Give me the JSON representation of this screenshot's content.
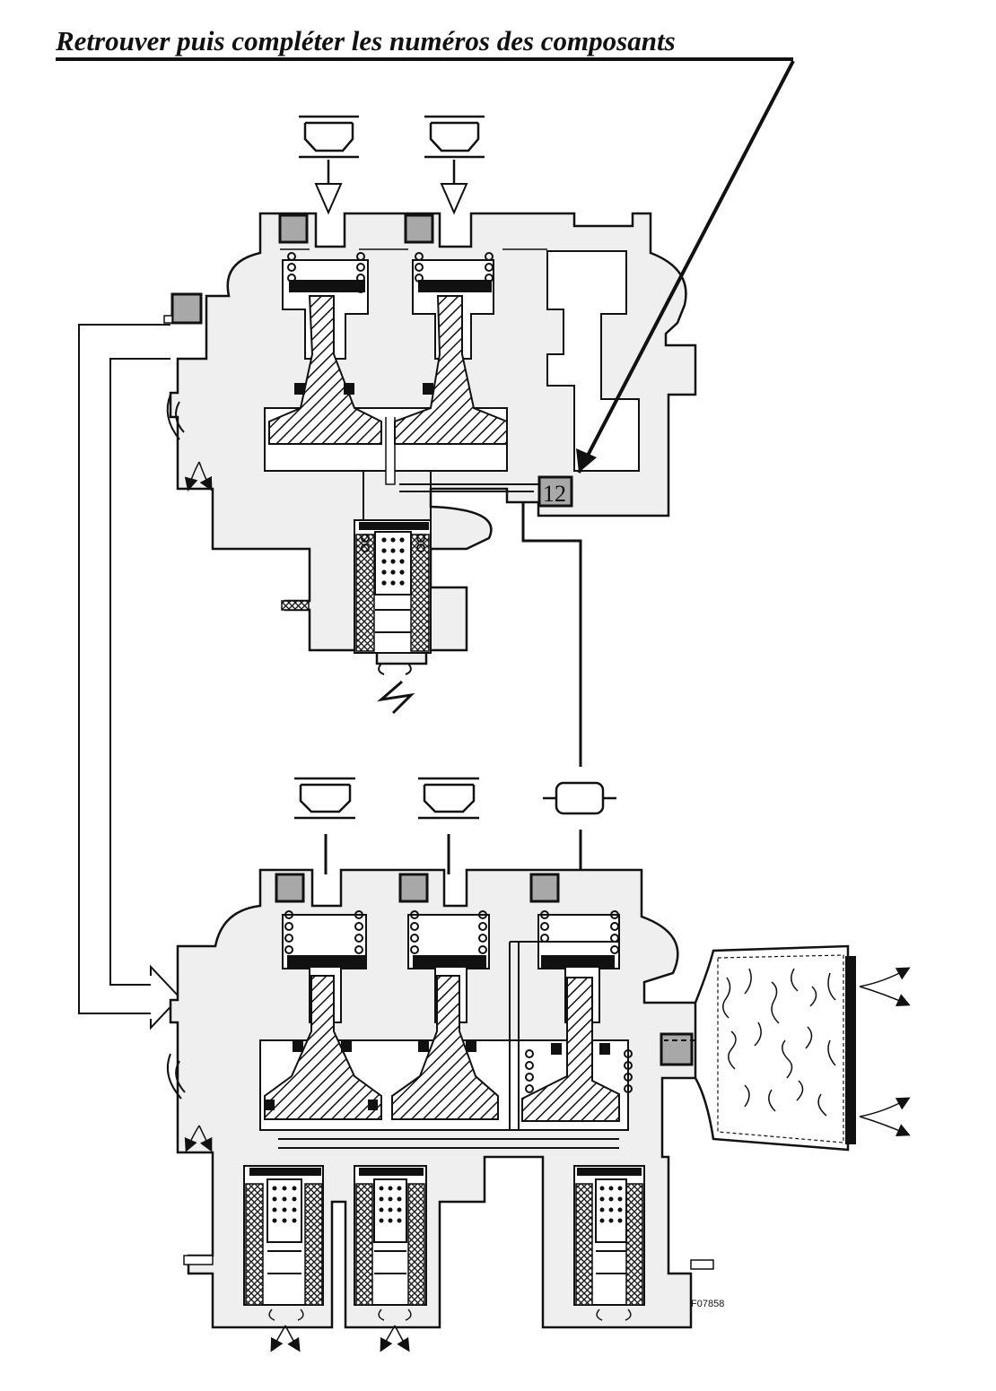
{
  "title": "Retrouver puis compléter les numéros des composants",
  "callout_number": "12",
  "figure_ref": "F07858",
  "colors": {
    "body_fill": "#efefef",
    "component_fill": "#a8a8a8",
    "ink": "#111111"
  }
}
